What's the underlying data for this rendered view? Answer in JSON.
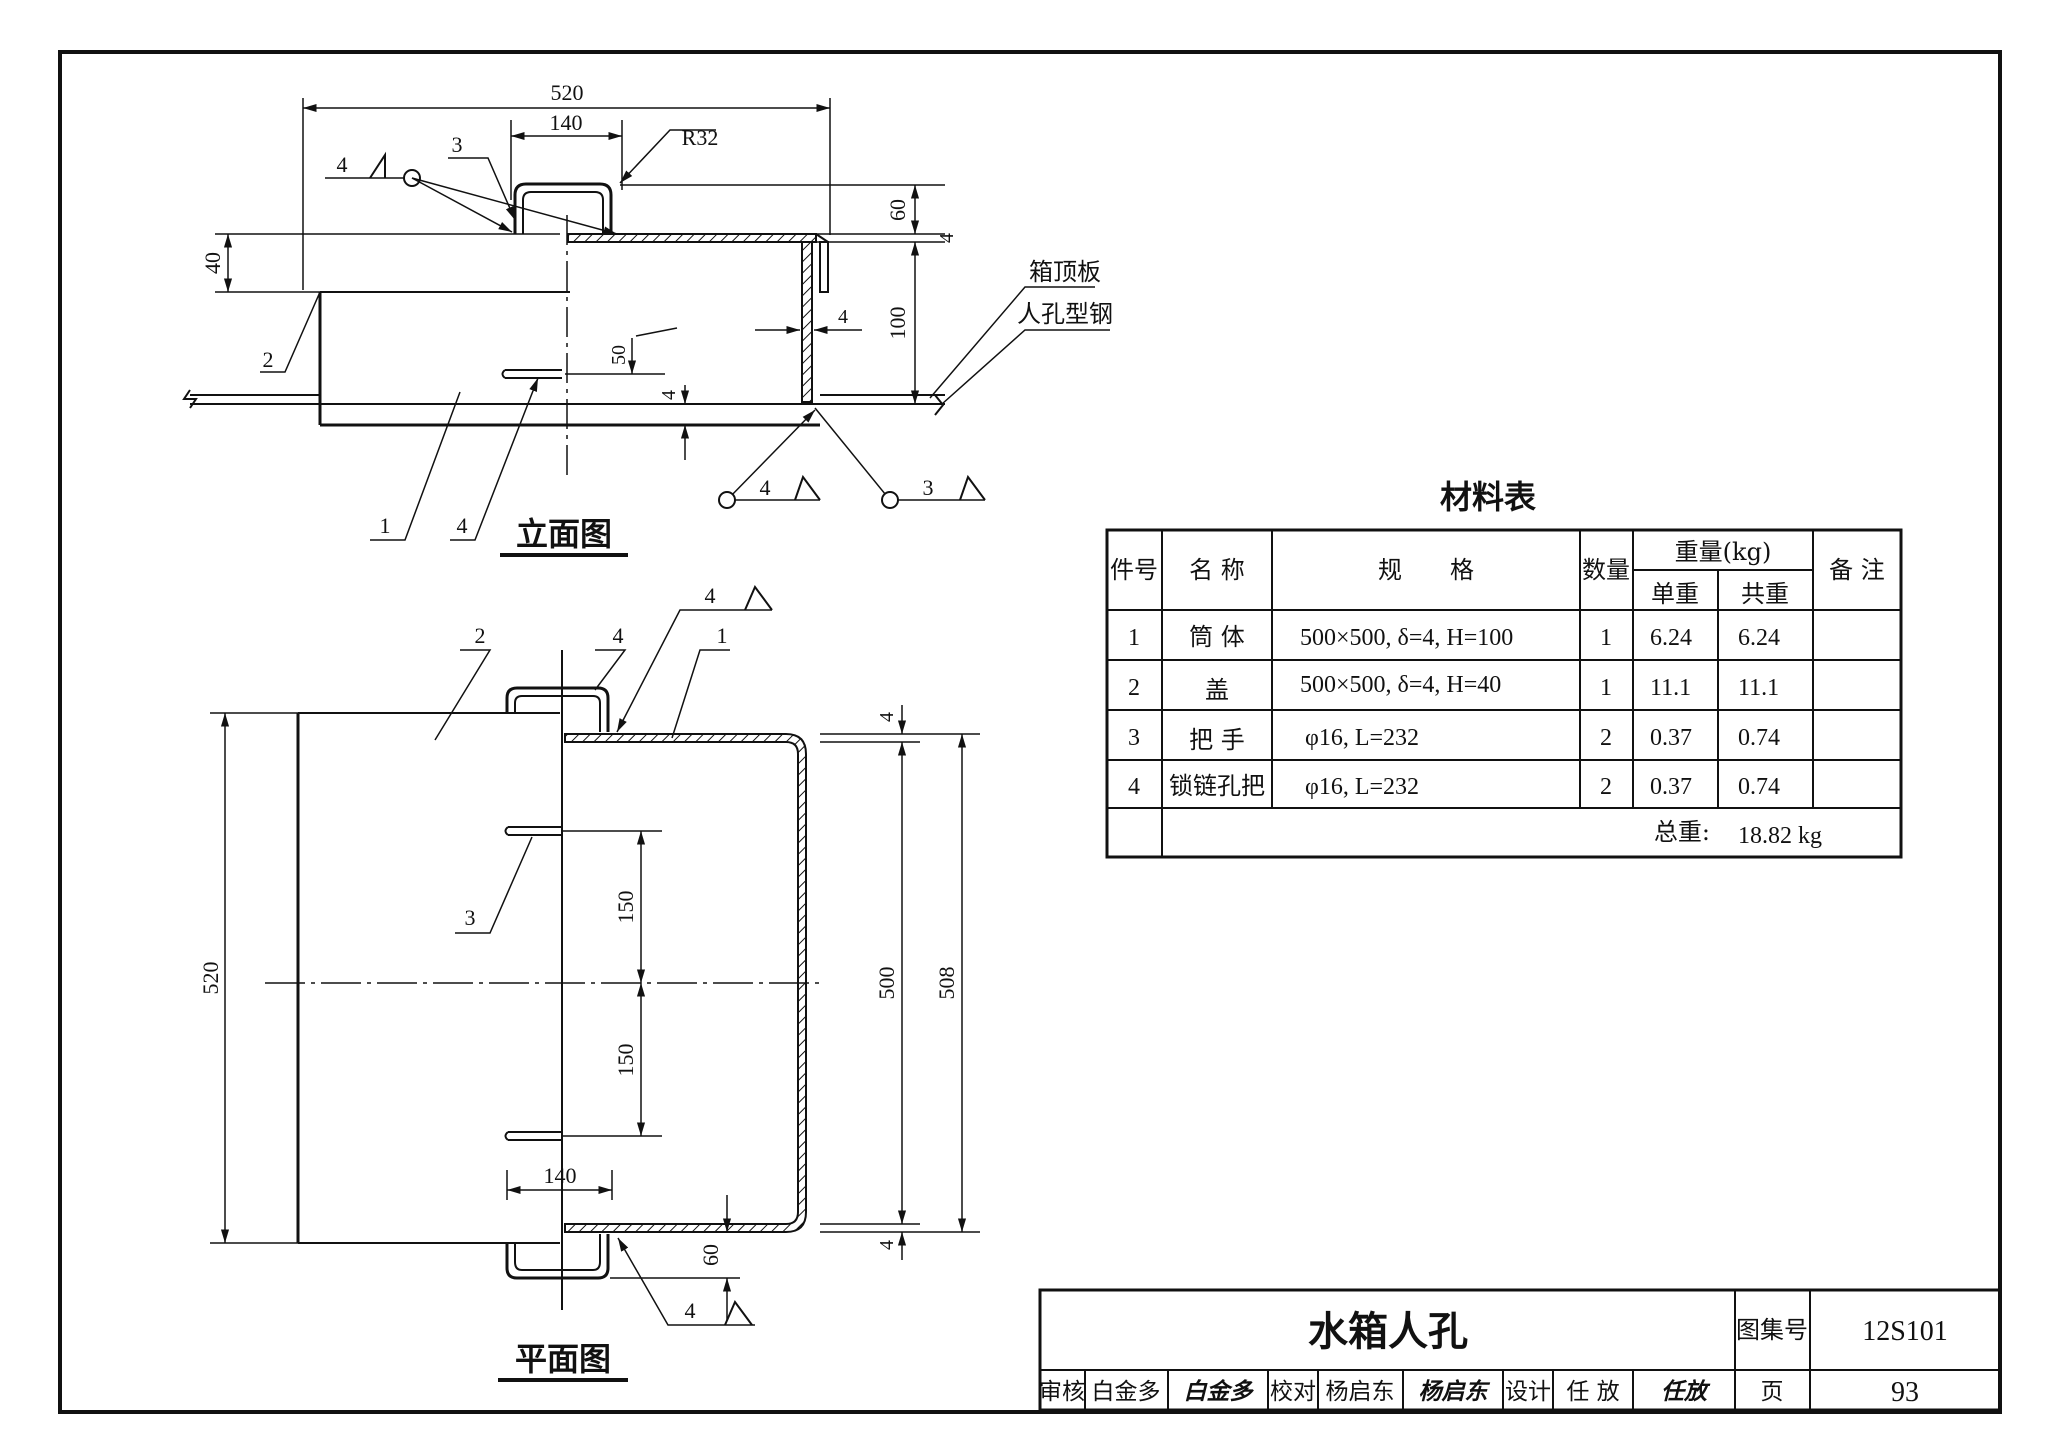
{
  "elevation": {
    "title": "立面图",
    "dims": {
      "overall_width": "520",
      "handle_width": "140",
      "radius": "R32",
      "handle_height": "60",
      "lid_height": "40",
      "wall_height": "100",
      "thickness_top": "4",
      "thickness_wall": "4",
      "thickness_bottom": "4",
      "lock_offset": "50"
    },
    "labels": {
      "tank_top": "箱顶板",
      "manhole_steel": "人孔型钢"
    },
    "callouts": {
      "c1": "1",
      "c2": "2",
      "c3": "3",
      "c4": "4",
      "weld_a": "4",
      "weld_b": "4",
      "weld_c": "3"
    }
  },
  "plan": {
    "title": "平面图",
    "dims": {
      "lid_size": "520",
      "inner_size": "500",
      "outer_size": "508",
      "handle_space_top": "150",
      "handle_space_bottom": "150",
      "handle_width": "140",
      "handle_height": "60",
      "thick_top": "4",
      "thick_bottom": "4"
    },
    "callouts": {
      "c2": "2",
      "c4a": "4",
      "c4b": "4",
      "c1": "1",
      "c3": "3",
      "c4c": "4"
    }
  },
  "materials": {
    "title": "材料表",
    "headers": {
      "no": "件号",
      "name": "名 称",
      "spec": "规　　格",
      "qty": "数量",
      "weight": "重量(kg)",
      "unit": "单重",
      "total": "共重",
      "note": "备 注"
    },
    "rows": [
      {
        "no": "1",
        "name": "筒 体",
        "spec": "500×500, δ=4, H=100",
        "qty": "1",
        "unit": "6.24",
        "total": "6.24"
      },
      {
        "no": "2",
        "name": "盖",
        "spec": "500×500, δ=4, H=40",
        "qty": "1",
        "unit": "11.1",
        "total": "11.1"
      },
      {
        "no": "3",
        "name": "把 手",
        "spec": "φ16, L=232",
        "qty": "2",
        "unit": "0.37",
        "total": "0.74"
      },
      {
        "no": "4",
        "name": "锁链孔把",
        "spec": "φ16, L=232",
        "qty": "2",
        "unit": "0.37",
        "total": "0.74"
      }
    ],
    "total_label": "总重:",
    "total_value": "18.82 kg"
  },
  "title_block": {
    "title": "水箱人孔",
    "atlas_label": "图集号",
    "atlas_no": "12S101",
    "review_label": "审核",
    "reviewer": "白金多",
    "reviewer_sign": "白金多",
    "check_label": "校对",
    "checker": "杨启东",
    "checker_sign": "杨启东",
    "design_label": "设计",
    "designer": "任 放",
    "designer_sign": "任放",
    "page_label": "页",
    "page_no": "93"
  }
}
